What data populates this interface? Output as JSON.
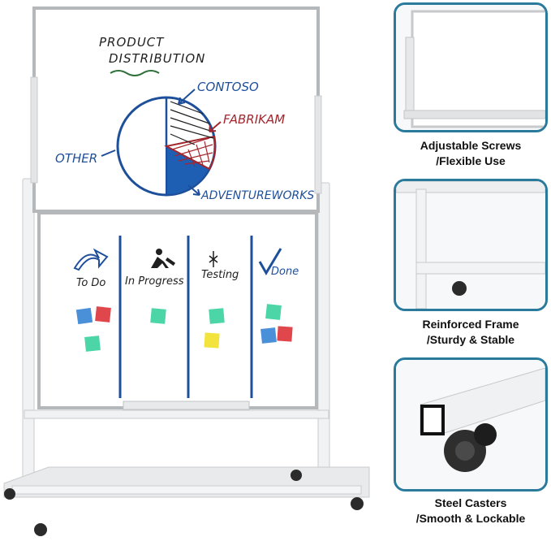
{
  "whiteboard": {
    "title_line1": "PRODUCT",
    "title_line2": "DISTRIBUTION",
    "pie_labels": {
      "contoso": "CONTOSO",
      "fabrikam": "FABRIKAM",
      "other": "OTHER",
      "adventureworks": "ADVENTUREWORKS"
    },
    "columns": [
      "To Do",
      "In Progress",
      "Testing",
      "Done"
    ]
  },
  "features": [
    {
      "line1": "Adjustable Screws",
      "line2": "/Flexible Use"
    },
    {
      "line1": "Reinforced Frame",
      "line2": "/Sturdy & Stable"
    },
    {
      "line1": "Steel Casters",
      "line2": "/Smooth & Lockable"
    }
  ],
  "colors": {
    "marker_blue": "#1e4f9a",
    "marker_red": "#a3262c",
    "marker_green": "#2f6f3a",
    "frame_border": "#2a7a9c",
    "sticky_blue": "#4a90d9",
    "sticky_red": "#e0474c",
    "sticky_green": "#4cd6a8",
    "sticky_yellow": "#f2e33d"
  }
}
